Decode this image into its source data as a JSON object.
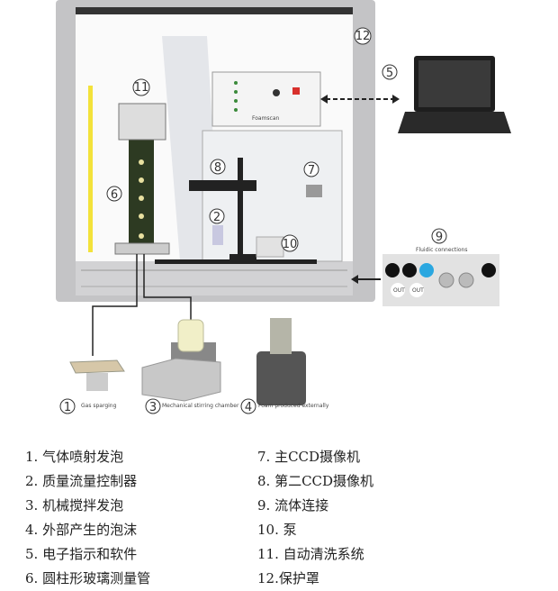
{
  "callouts": [
    "1",
    "2",
    "3",
    "4",
    "5",
    "6",
    "7",
    "8",
    "9",
    "10",
    "11",
    "12"
  ],
  "component_labels": {
    "c1": "Gas sparging",
    "c3": "Mechanical stirring chamber",
    "c4": "Foam produced externally",
    "c9": "Fluidic connections",
    "controller": "Foamscan",
    "port_out1": "OUT",
    "port_out2": "OUT"
  },
  "legend": {
    "left": [
      "1. 气体喷射发泡",
      "2. 质量流量控制器",
      "3. 机械搅拌发泡",
      "4. 外部产生的泡沫",
      "5. 电子指示和软件",
      "6. 圆柱形玻璃测量管"
    ],
    "right": [
      "7. 主CCD摄像机",
      "8. 第二CCD摄像机",
      "9. 流体连接",
      "10. 泵",
      "11. 自动清洗系统",
      "12.保护罩"
    ]
  },
  "colors": {
    "frame": "#b9b9bb",
    "accent_blue": "#2aa7e0",
    "ruler_yellow": "#f3e23a",
    "button_red": "#d8302c"
  }
}
